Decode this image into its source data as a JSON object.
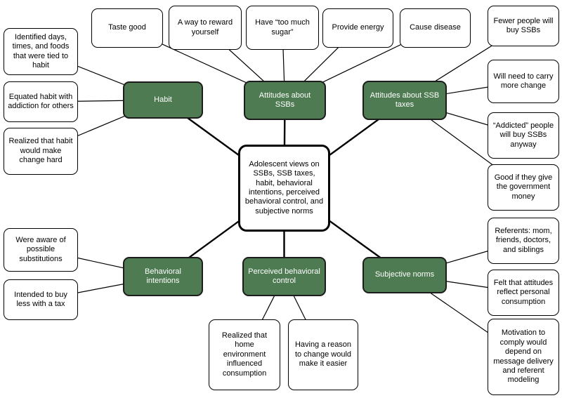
{
  "map": {
    "center": {
      "id": "center",
      "label": "Adolescent views on SSBs, SSB taxes, habit, behavioral intentions, perceived behavioral control, and subjective norms"
    },
    "branches": [
      {
        "id": "habit",
        "label": "Habit",
        "children": [
          {
            "id": "habit-days",
            "label": "Identified days, times, and foods that were tied to habit"
          },
          {
            "id": "habit-addiction",
            "label": "Equated habit with addiction for others"
          },
          {
            "id": "habit-hard",
            "label": "Realized that habit would make change hard"
          }
        ]
      },
      {
        "id": "attitudes-ssbs",
        "label": "Attitudes about SSBs",
        "children": [
          {
            "id": "taste-good",
            "label": "Taste good"
          },
          {
            "id": "reward",
            "label": "A way to reward yourself"
          },
          {
            "id": "sugar",
            "label": "Have “too much sugar”"
          },
          {
            "id": "energy",
            "label": "Provide energy"
          },
          {
            "id": "disease",
            "label": "Cause disease"
          }
        ]
      },
      {
        "id": "attitudes-taxes",
        "label": "Attitudes about SSB taxes",
        "children": [
          {
            "id": "fewer-buyers",
            "label": "Fewer people will buy SSBs"
          },
          {
            "id": "carry-change",
            "label": "Will need to carry more change"
          },
          {
            "id": "addicted-anyway",
            "label": "“Addicted” people will buy SSBs anyway"
          },
          {
            "id": "government-money",
            "label": "Good if they give the government money"
          }
        ]
      },
      {
        "id": "behavioral-intentions",
        "label": "Behavioral intentions",
        "children": [
          {
            "id": "substitutions",
            "label": "Were aware of possible substitutions"
          },
          {
            "id": "buy-less",
            "label": "Intended to buy less with a tax"
          }
        ]
      },
      {
        "id": "perceived-control",
        "label": "Perceived behavioral control",
        "children": [
          {
            "id": "home-environment",
            "label": "Realized that home environment influenced consumption"
          },
          {
            "id": "reason-easier",
            "label": "Having a reason to change would make it easier"
          }
        ]
      },
      {
        "id": "subjective-norms",
        "label": "Subjective norms",
        "children": [
          {
            "id": "referents",
            "label": "Referents: mom, friends, doctors, and siblings"
          },
          {
            "id": "attitudes-reflect",
            "label": "Felt that attitudes reflect personal consumption"
          },
          {
            "id": "motivation-comply",
            "label": "Motivation to comply would depend on message delivery and referent modeling"
          }
        ]
      }
    ]
  },
  "colors": {
    "category_fill": "#4e7b52",
    "category_text": "#ffffff",
    "node_fill": "#ffffff",
    "line": "#000000"
  }
}
